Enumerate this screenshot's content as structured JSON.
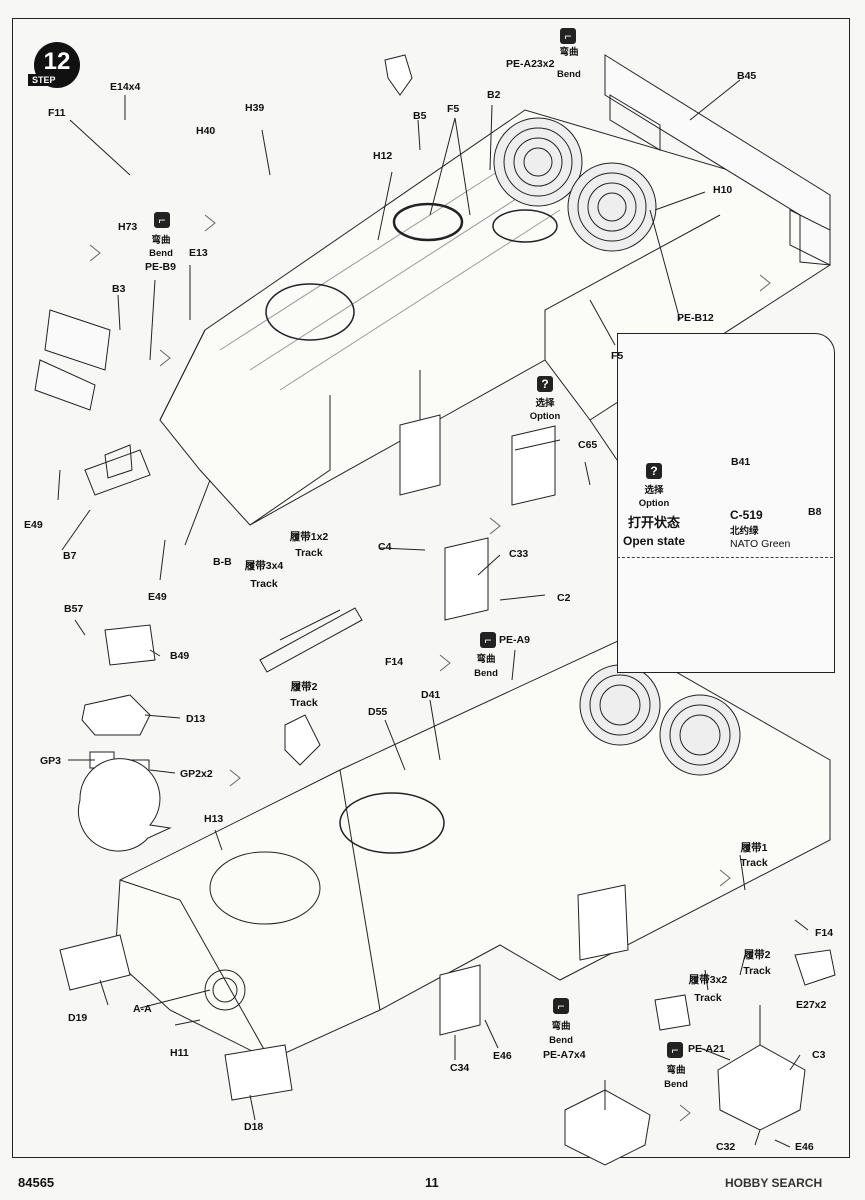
{
  "page": {
    "code": "84565",
    "number": "11",
    "watermark": "HOBBY SEARCH"
  },
  "step": {
    "number": "12",
    "label": "STEP"
  },
  "parts": {
    "e14": "E14x4",
    "f11": "F11",
    "h73": "H73",
    "h40": "H40",
    "h39": "H39",
    "b5": "B5",
    "f5": "F5",
    "b2": "B2",
    "pe_a23": "PE-A23x2",
    "bend_cn": "弯曲",
    "bend": "Bend",
    "b45": "B45",
    "h12": "H12",
    "h10": "H10",
    "pe_b9": "PE-B9",
    "e13": "E13",
    "b3": "B3",
    "pe_b12": "PE-B12",
    "f5b": "F5",
    "option_cn": "选择",
    "option": "Option",
    "c65": "C65",
    "e49a": "E49",
    "b7": "B7",
    "bb": "B-B",
    "e49b": "E49",
    "track1x2_cn": "履带1x2",
    "track": "Track",
    "track3x4_cn": "履带3x4",
    "c4": "C4",
    "c33": "C33",
    "c2": "C2",
    "f14a": "F14",
    "track2_cn": "履带2",
    "b57": "B57",
    "b49": "B49",
    "d13": "D13",
    "gp3": "GP3",
    "gp2": "GP2x2",
    "pe_a9": "PE-A9",
    "d41": "D41",
    "d55": "D55",
    "h13": "H13",
    "b41": "B41",
    "b8": "B8",
    "c519": "C-519",
    "nato_cn": "北约绿",
    "nato": "NATO Green",
    "open_cn": "打开状态",
    "open": "Open state",
    "track1_cn": "履带1",
    "f14b": "F14",
    "track2b_cn": "履带2",
    "track3x2_cn": "履带3x2",
    "d19": "D19",
    "aa": "A-A",
    "h11": "H11",
    "d18": "D18",
    "c34": "C34",
    "e46a": "E46",
    "pe_a7": "PE-A7x4",
    "e27": "E27x2",
    "pe_a21": "PE-A21",
    "c3": "C3",
    "c32": "C32",
    "e46b": "E46"
  }
}
